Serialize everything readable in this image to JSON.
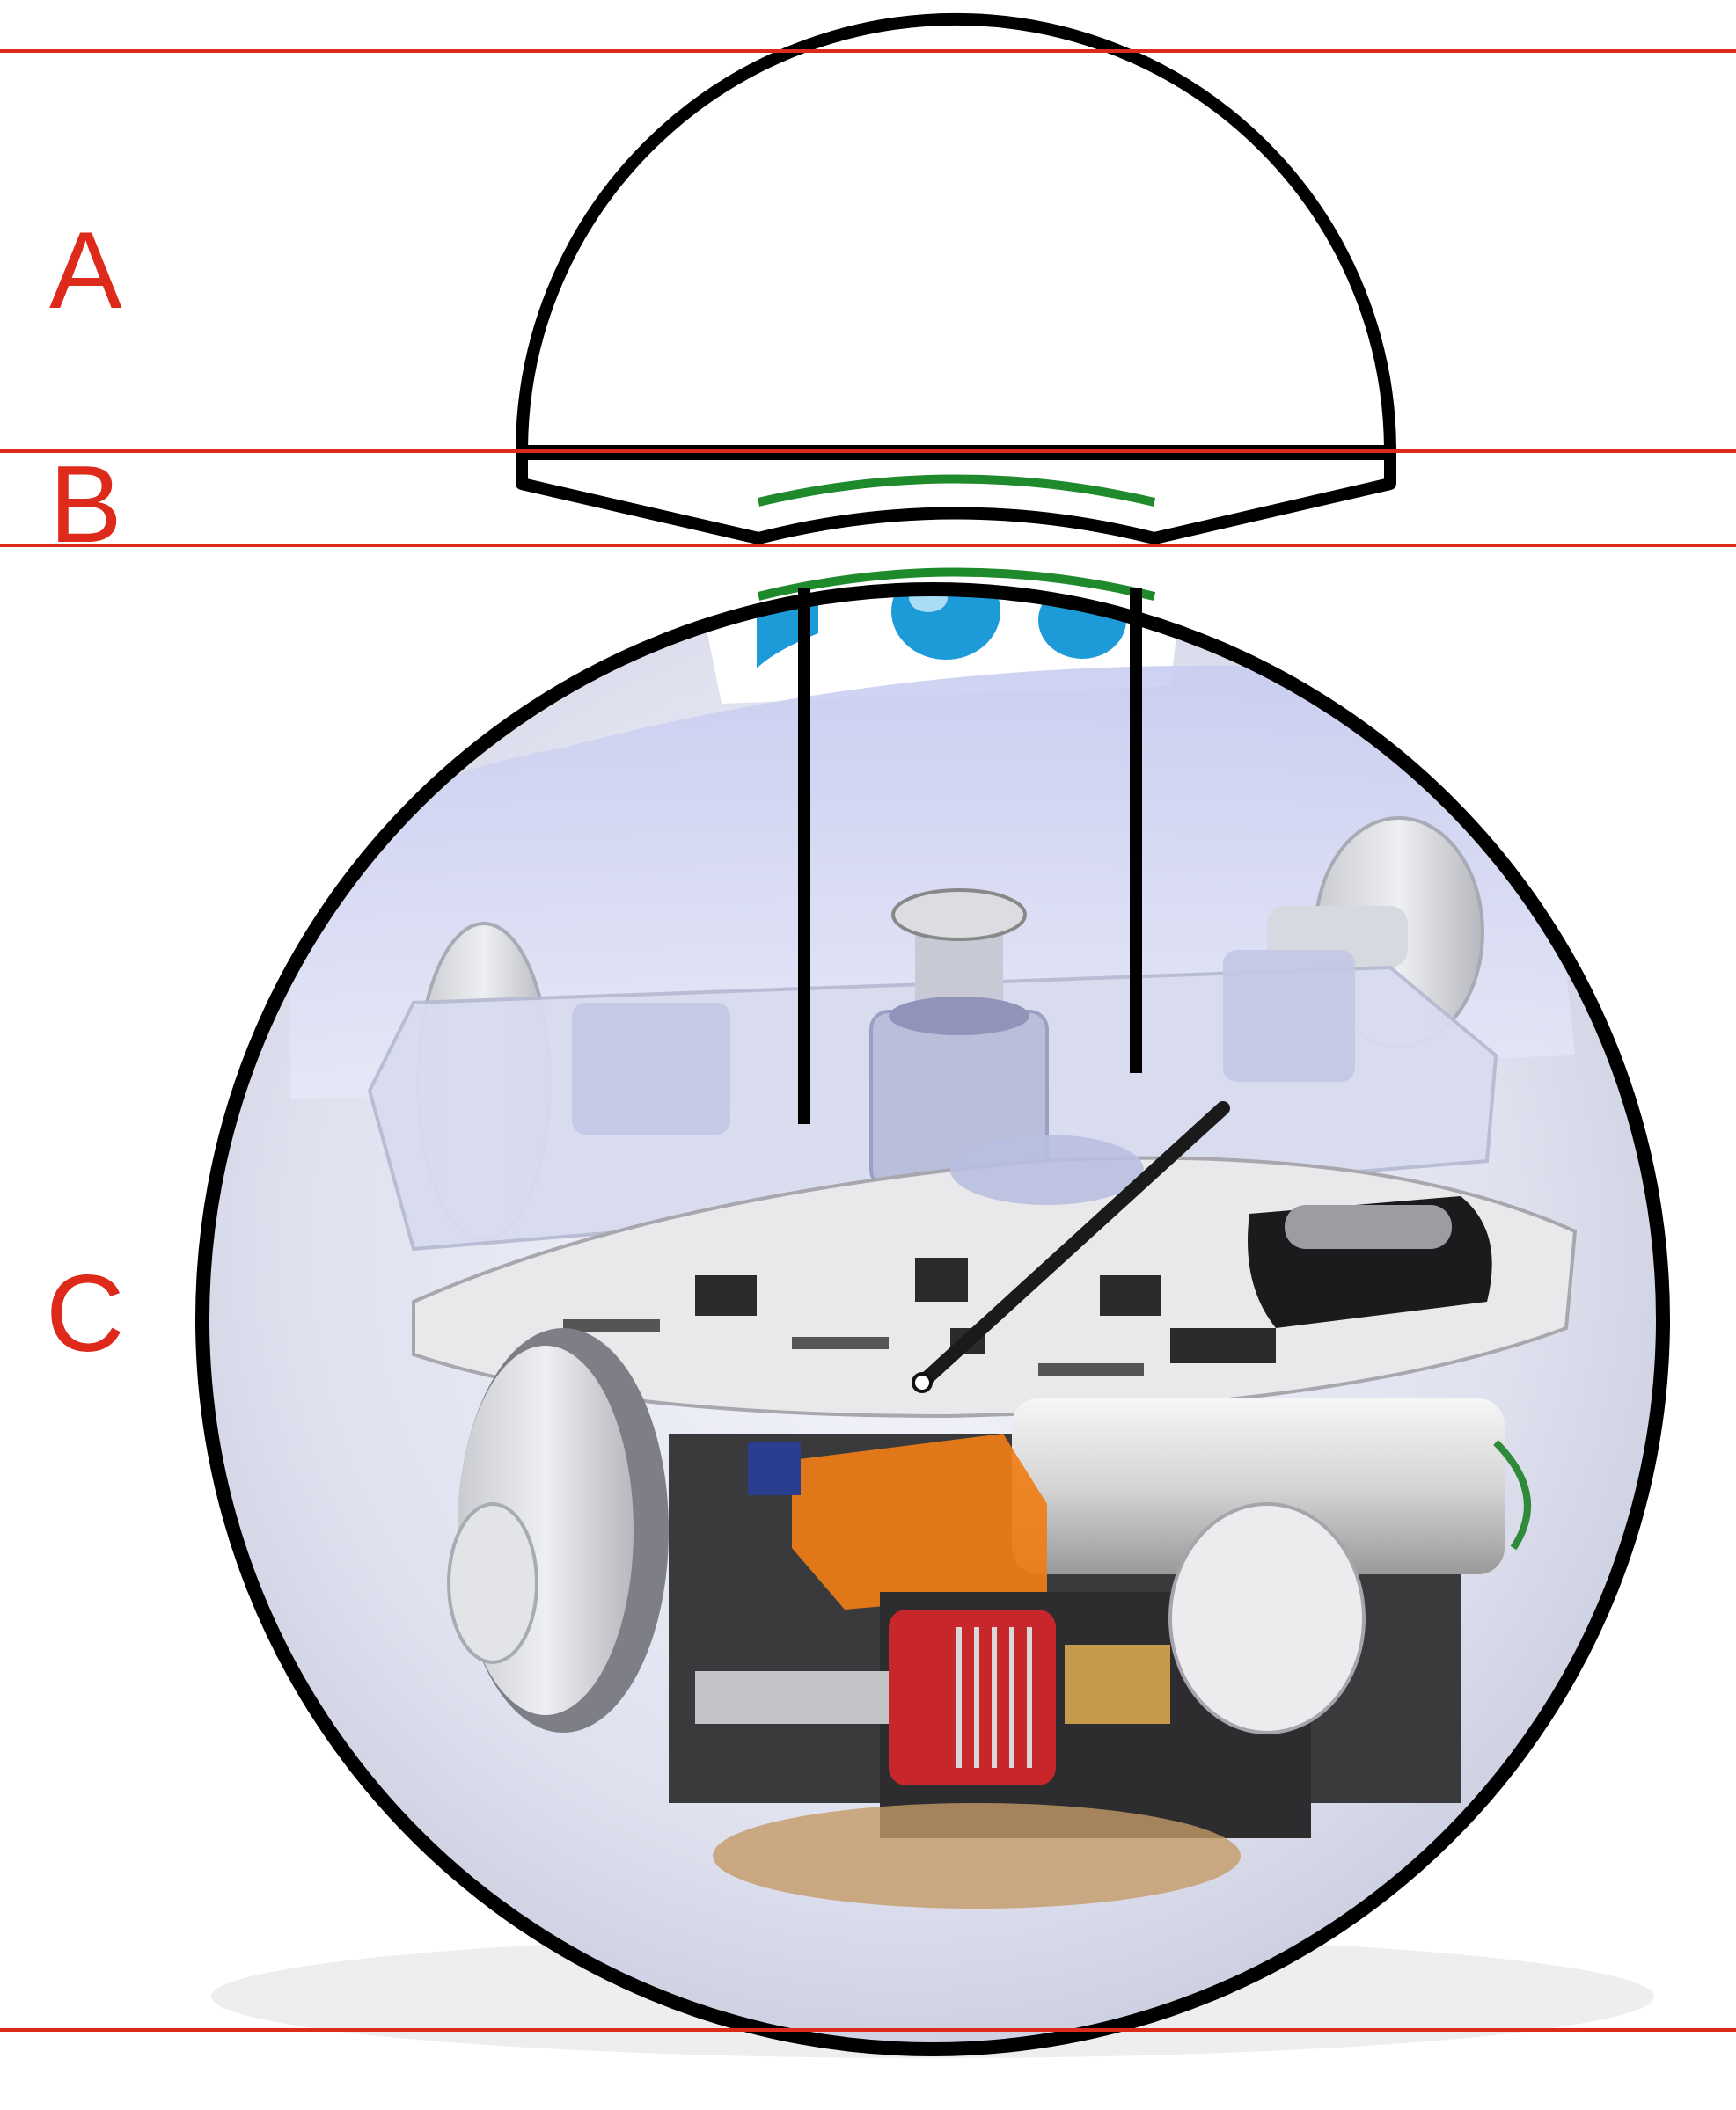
{
  "labels": {
    "a": "A",
    "b": "B",
    "c": "C"
  },
  "colors": {
    "divider": "#dd2a1b",
    "outline": "#000000",
    "contact": "#1f8a2c",
    "label": "#dd2a1b",
    "shell_tint": "#dde0f4",
    "pcb": "#e8e8ea",
    "battery_tab": "#ef7d16",
    "motor_coil": "#c7262a",
    "brand_blue": "#1d9ad8"
  },
  "icons": {
    "robot_photo": "robot-cutaway-icon",
    "dome": "dome-icon",
    "collar": "collar-icon"
  }
}
